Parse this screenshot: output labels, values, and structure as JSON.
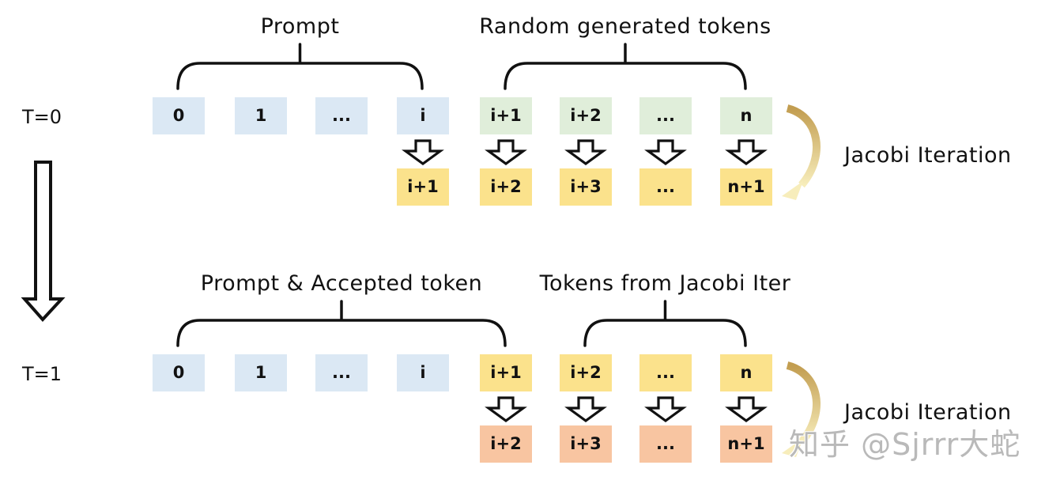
{
  "watermark": {
    "text": "知乎 @Sjrrr大蛇"
  },
  "colors": {
    "prompt_token": "#dbe8f4",
    "random_token": "#e0eeda",
    "jacobi_token": "#fbe28c",
    "jacobi_token_round2": "#f8c5a1",
    "outline": "#111111",
    "curved_arrow_start": "#c29d50",
    "curved_arrow_end": "#f7edbb",
    "watermark": "#b9b9b9"
  },
  "sections": [
    {
      "id": "t0",
      "time_label": "T=0",
      "side_label": "Jacobi Iteration",
      "groups": [
        {
          "label": "Prompt",
          "from_col": 0,
          "to_col": 3
        },
        {
          "label": "Random generated tokens",
          "from_col": 4,
          "to_col": 7
        }
      ],
      "input_tokens": [
        {
          "text": "0",
          "color": "prompt_token",
          "col": 0
        },
        {
          "text": "1",
          "color": "prompt_token",
          "col": 1
        },
        {
          "text": "...",
          "color": "prompt_token",
          "col": 2
        },
        {
          "text": "i",
          "color": "prompt_token",
          "col": 3
        },
        {
          "text": "i+1",
          "color": "random_token",
          "col": 4
        },
        {
          "text": "i+2",
          "color": "random_token",
          "col": 5
        },
        {
          "text": "...",
          "color": "random_token",
          "col": 6
        },
        {
          "text": "n",
          "color": "random_token",
          "col": 7
        }
      ],
      "arrow_cols": [
        3,
        4,
        5,
        6,
        7
      ],
      "output_tokens": [
        {
          "text": "i+1",
          "color": "jacobi_token",
          "col": 3
        },
        {
          "text": "i+2",
          "color": "jacobi_token",
          "col": 4
        },
        {
          "text": "i+3",
          "color": "jacobi_token",
          "col": 5
        },
        {
          "text": "...",
          "color": "jacobi_token",
          "col": 6
        },
        {
          "text": "n+1",
          "color": "jacobi_token",
          "col": 7
        }
      ]
    },
    {
      "id": "t1",
      "time_label": "T=1",
      "side_label": "Jacobi Iteration",
      "groups": [
        {
          "label": "Prompt & Accepted token",
          "from_col": 0,
          "to_col": 4
        },
        {
          "label": "Tokens from Jacobi Iter",
          "from_col": 5,
          "to_col": 7
        }
      ],
      "input_tokens": [
        {
          "text": "0",
          "color": "prompt_token",
          "col": 0
        },
        {
          "text": "1",
          "color": "prompt_token",
          "col": 1
        },
        {
          "text": "...",
          "color": "prompt_token",
          "col": 2
        },
        {
          "text": "i",
          "color": "prompt_token",
          "col": 3
        },
        {
          "text": "i+1",
          "color": "jacobi_token",
          "col": 4
        },
        {
          "text": "i+2",
          "color": "jacobi_token",
          "col": 5
        },
        {
          "text": "...",
          "color": "jacobi_token",
          "col": 6
        },
        {
          "text": "n",
          "color": "jacobi_token",
          "col": 7
        }
      ],
      "arrow_cols": [
        4,
        5,
        6,
        7
      ],
      "output_tokens": [
        {
          "text": "i+2",
          "color": "jacobi_token_round2",
          "col": 4
        },
        {
          "text": "i+3",
          "color": "jacobi_token_round2",
          "col": 5
        },
        {
          "text": "...",
          "color": "jacobi_token_round2",
          "col": 6
        },
        {
          "text": "n+1",
          "color": "jacobi_token_round2",
          "col": 7
        }
      ]
    }
  ]
}
